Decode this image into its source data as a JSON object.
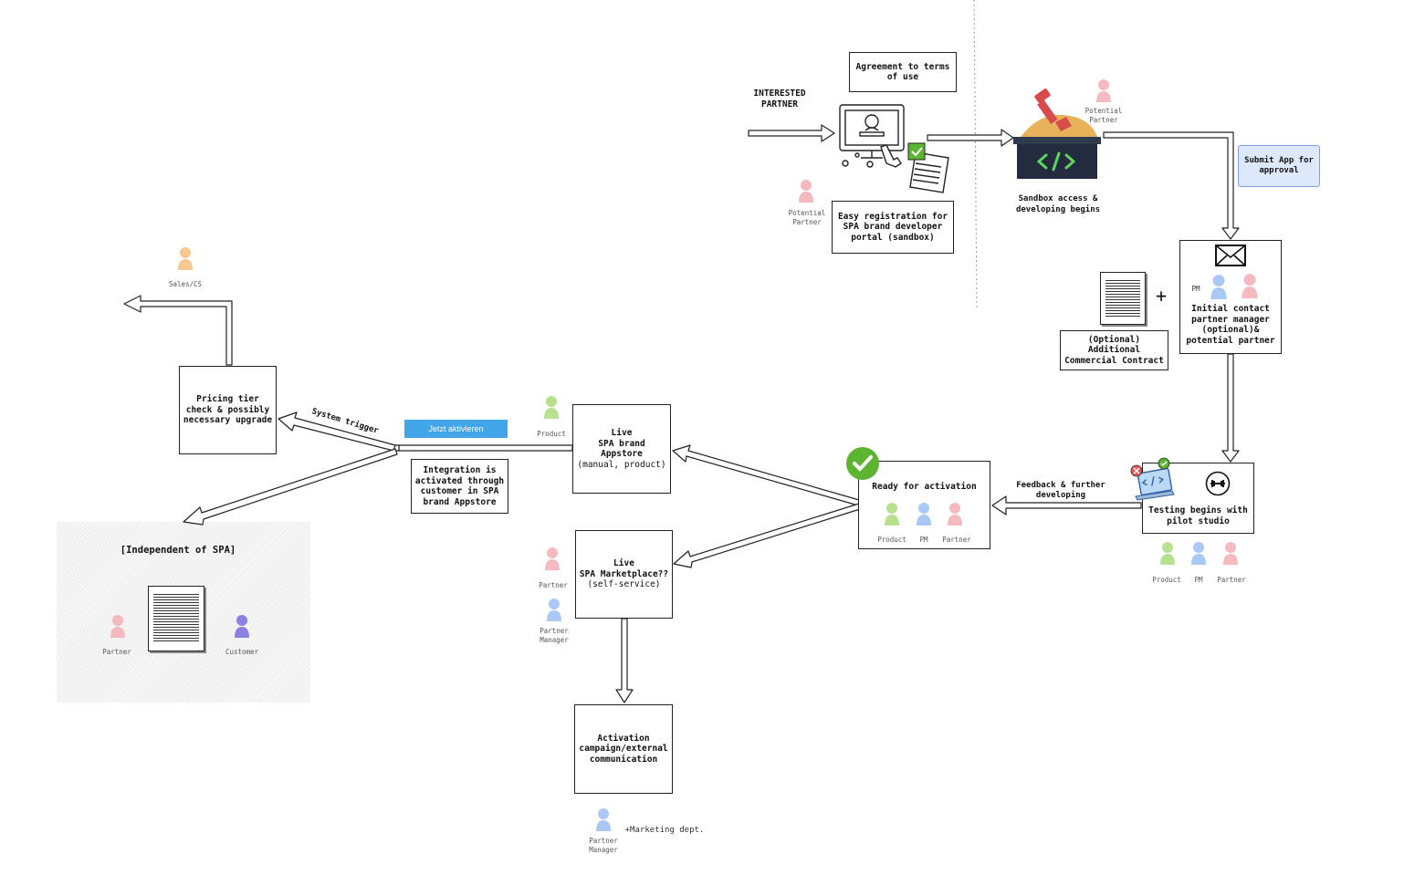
{
  "colors": {
    "product": "#b8e08e",
    "pm": "#a9c8f5",
    "partner": "#f5b9c0",
    "sales": "#f5c98f",
    "customer": "#8b80e6",
    "button": "#42a5e8",
    "check": "#5cb531"
  },
  "labels": {
    "interested_partner": "INTERESTED\nPARTNER",
    "agreement": "Agreement to terms of use",
    "easy_registration": "Easy registration for SPA brand developer portal (sandbox)",
    "sandbox": "Sandbox access & developing begins",
    "submit_app": "Submit App for approval",
    "initial_contact": "Initial contact partner manager (optional)& potential partner",
    "optional_contract": "(Optional) Additional Commercial Contract",
    "plus": "+",
    "testing": "Testing begins with pilot studio",
    "feedback": "Feedback & further developing",
    "ready": "Ready for activation",
    "live_appstore_title": "Live\nSPA brand\nAppstore",
    "live_appstore_sub": "(manual, product)",
    "live_marketplace_title": "Live\nSPA Marketplace??",
    "live_marketplace_sub": "(self-service)",
    "integration": "Integration is activated through customer in SPA brand Appstore",
    "jetzt_button": "Jetzt aktivieren",
    "system_trigger": "System trigger",
    "pricing": "Pricing tier check & possibly necessary upgrade",
    "independent": "[Independent of SPA]",
    "activation": "Activation campaign/external communication",
    "marketing": "+Marketing dept."
  },
  "roles": {
    "potential_partner": "Potential\nPartner",
    "pm": "PM",
    "product": "Product",
    "partner": "Partner",
    "partner_manager": "Partner\nManager",
    "sales_cs": "Sales/CS",
    "customer": "Customer"
  },
  "icons": {
    "registration": "computer-registration-icon",
    "sandbox": "sandbox-code-icon",
    "mail": "envelope-icon",
    "contract": "document-icon",
    "testing_laptop": "laptop-code-icon",
    "fitness": "dumbbell-icon",
    "ready_check": "check-circle-icon"
  }
}
